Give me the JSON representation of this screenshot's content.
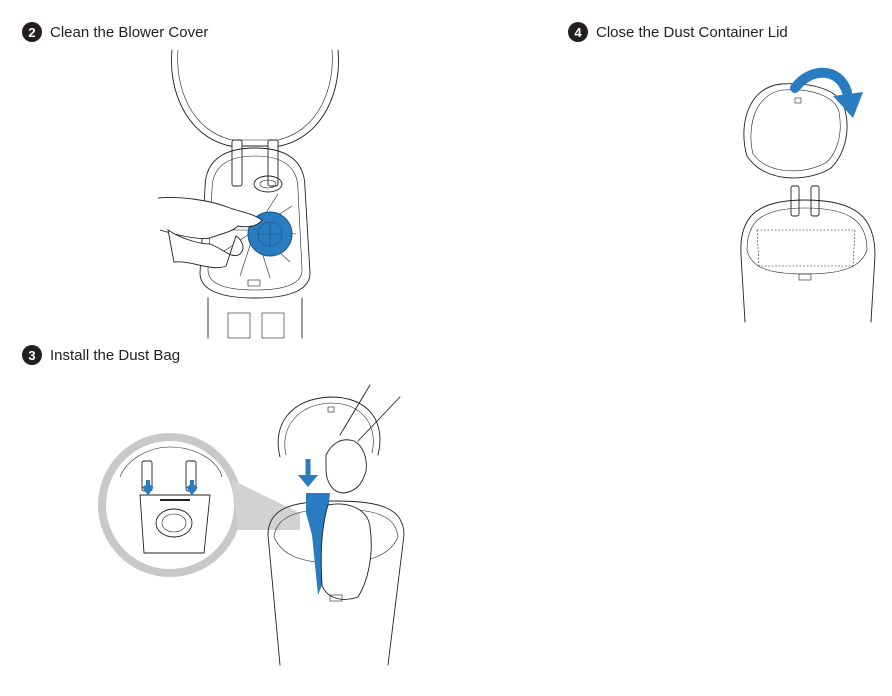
{
  "colors": {
    "accent": "#2a7cc0",
    "line": "#231f20",
    "badge": "#231f20",
    "lens_ring": "#c8c8c8"
  },
  "steps": [
    {
      "number": "2",
      "title": "Clean the Blower Cover"
    },
    {
      "number": "3",
      "title": "Install the Dust Bag"
    },
    {
      "number": "4",
      "title": "Close the Dust Container Lid"
    }
  ],
  "illustrations": {
    "step2": {
      "icon": "blower-cover-cleaning-illustration"
    },
    "step3": {
      "icon": "dust-bag-install-illustration",
      "detail": "magnified-bag-slot-inset"
    },
    "step4": {
      "icon": "lid-closing-illustration",
      "arrow": "curved-close-arrow-icon"
    }
  }
}
